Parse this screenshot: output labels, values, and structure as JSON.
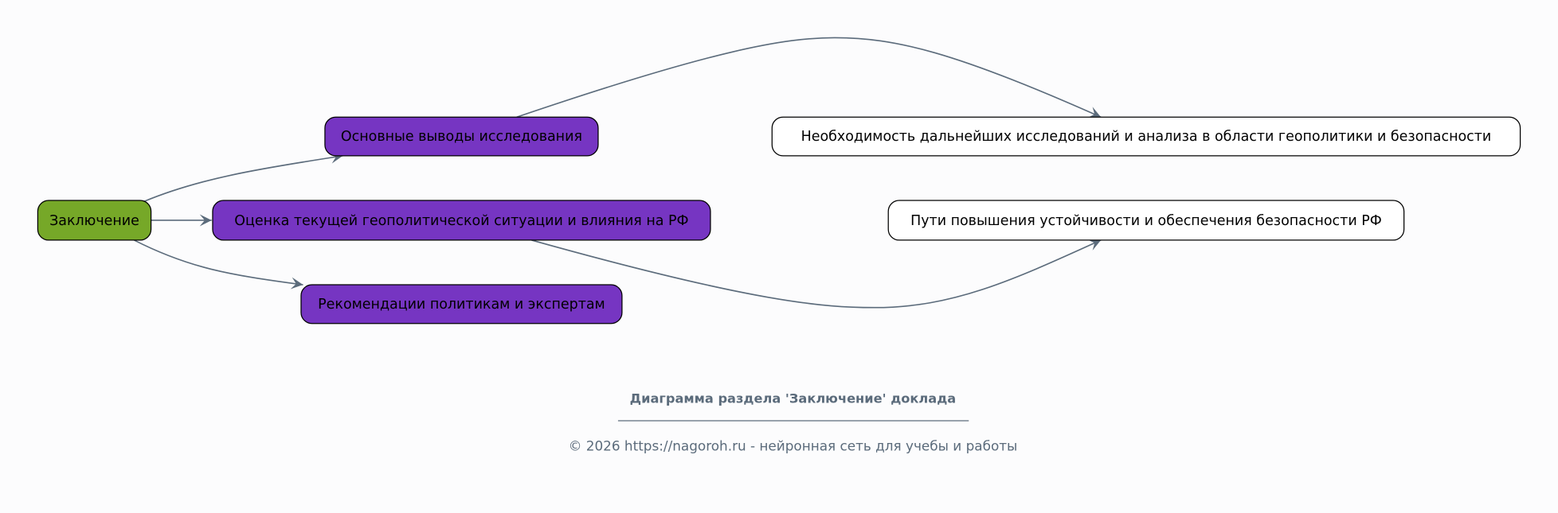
{
  "diagram": {
    "root": {
      "label": "Заключение",
      "color": "#76a828"
    },
    "children": [
      {
        "label": "Основные выводы исследования",
        "color": "#7635c2"
      },
      {
        "label": "Оценка текущей геополитической ситуации и влияния на РФ",
        "color": "#7635c2"
      },
      {
        "label": "Рекомендации политикам и экспертам",
        "color": "#7635c2"
      }
    ],
    "leaves": [
      {
        "label": "Необходимость дальнейших исследований и анализа в области геополитики и безопасности",
        "color": "#ffffff"
      },
      {
        "label": "Пути повышения устойчивости и обеспечения безопасности РФ",
        "color": "#ffffff"
      }
    ],
    "edges": [
      {
        "from": "Заключение",
        "to": "Основные выводы исследования"
      },
      {
        "from": "Заключение",
        "to": "Оценка текущей геополитической ситуации и влияния на РФ"
      },
      {
        "from": "Заключение",
        "to": "Рекомендации политикам и экспертам"
      },
      {
        "from": "Основные выводы исследования",
        "to": "Необходимость дальнейших исследований и анализа в области геополитики и безопасности"
      },
      {
        "from": "Оценка текущей геополитической ситуации и влияния на РФ",
        "to": "Пути повышения устойчивости и обеспечения безопасности РФ"
      }
    ]
  },
  "caption": {
    "title": "Диаграмма раздела 'Заключение' доклада",
    "footer": "© 2026 https://nagoroh.ru - нейронная сеть для учебы и работы"
  }
}
